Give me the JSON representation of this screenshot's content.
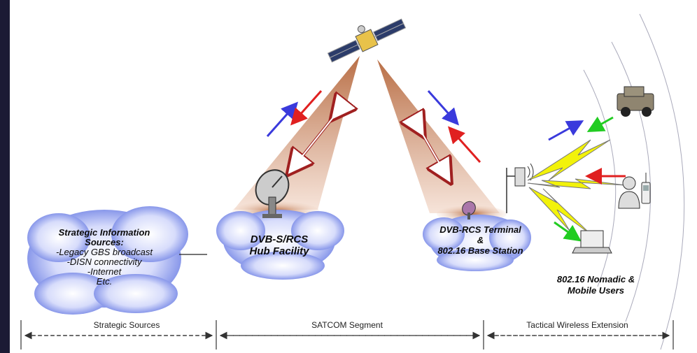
{
  "clouds": {
    "strategic": {
      "title": "Strategic Information Sources:",
      "items": [
        "-Legacy GBS broadcast",
        "-DISN connectivity",
        "-Internet",
        "Etc."
      ]
    },
    "hub": {
      "line1": "DVB-S/RCS",
      "line2": "Hub Facility"
    },
    "terminal": {
      "line1": "DVB-RCS Terminal",
      "line2": "&",
      "line3": "802.16 Base Station"
    }
  },
  "users_label": {
    "line1": "802.16 Nomadic &",
    "line2": "Mobile Users"
  },
  "segments": [
    "Strategic Sources",
    "SATCOM Segment",
    "Tactical Wireless Extension"
  ],
  "colors": {
    "uplink": "#3a3adc",
    "downlink": "#e02020",
    "wireless_green": "#22cc22",
    "lightning": "#f2f20a",
    "beam": "#b5673c",
    "cloud": "#5a6fe0"
  }
}
